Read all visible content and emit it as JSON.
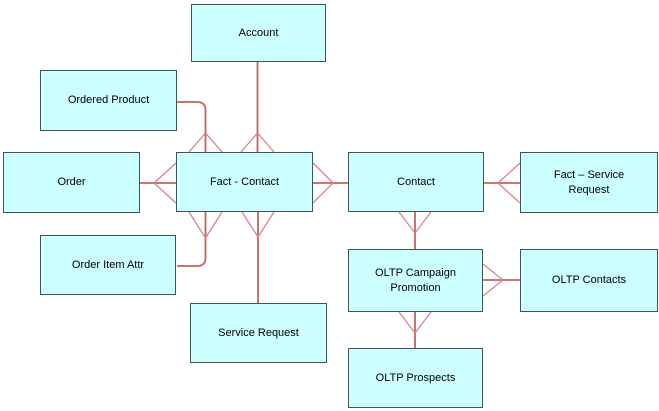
{
  "diagram": {
    "type": "entity-relationship",
    "notation": "crow-foot",
    "colors": {
      "background": "#ffffff",
      "box_fill": "#ccffff",
      "box_border": "#3f5656",
      "connector_line": "#c4625e",
      "crow_foot": "#d4868c",
      "label_text": "#000000"
    },
    "entities": [
      {
        "label": "Account"
      },
      {
        "label": "Ordered Product"
      },
      {
        "label": "Order"
      },
      {
        "label": "Order Item Attr"
      },
      {
        "label": "Fact - Contact"
      },
      {
        "label": "Service Request"
      },
      {
        "label": "Contact"
      },
      {
        "label": "Fact – Service Request"
      },
      {
        "label": "OLTP Campaign Promotion"
      },
      {
        "label": "OLTP Contacts"
      },
      {
        "label": "OLTP Prospects"
      }
    ],
    "relationships": [
      {
        "from": "Account",
        "to": "Fact - Contact",
        "many_end": "Fact - Contact"
      },
      {
        "from": "Ordered Product",
        "to": "Fact - Contact",
        "many_end": "Fact - Contact"
      },
      {
        "from": "Order",
        "to": "Fact - Contact",
        "many_end": "Fact - Contact"
      },
      {
        "from": "Order Item Attr",
        "to": "Fact - Contact",
        "many_end": "Fact - Contact"
      },
      {
        "from": "Service Request",
        "to": "Fact - Contact",
        "many_end": "Fact - Contact"
      },
      {
        "from": "Contact",
        "to": "Fact - Contact",
        "many_end": "Fact - Contact"
      },
      {
        "from": "Contact",
        "to": "Fact – Service Request",
        "many_end": "Fact – Service Request"
      },
      {
        "from": "OLTP Campaign Promotion",
        "to": "Contact",
        "many_end": "Contact"
      },
      {
        "from": "OLTP Campaign Promotion",
        "to": "OLTP Contacts",
        "many_end": "OLTP Campaign Promotion"
      },
      {
        "from": "OLTP Campaign Promotion",
        "to": "OLTP Prospects",
        "many_end": "OLTP Campaign Promotion"
      }
    ]
  }
}
